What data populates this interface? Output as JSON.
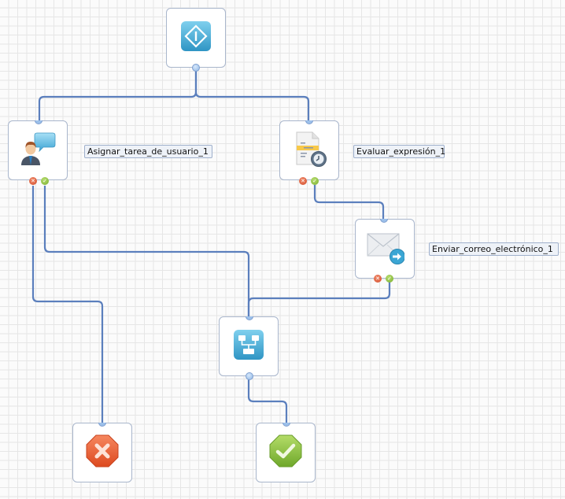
{
  "diagram": {
    "type": "workflow",
    "nodes": [
      {
        "id": "start",
        "kind": "start",
        "icon": "start-diamond-icon",
        "label": null
      },
      {
        "id": "assign",
        "kind": "user-task",
        "icon": "user-chat-icon",
        "label": "Asignar_tarea_de_usuario_1"
      },
      {
        "id": "evaluate",
        "kind": "expression",
        "icon": "document-clock-icon",
        "label": "Evaluar_expresión_1"
      },
      {
        "id": "email",
        "kind": "send-email",
        "icon": "envelope-arrow-icon",
        "label": "Enviar_correo_electrónico_1"
      },
      {
        "id": "merge",
        "kind": "parallel-merge",
        "icon": "hierarchy-icon",
        "label": null
      },
      {
        "id": "end_error",
        "kind": "end-error",
        "icon": "error-octagon-icon",
        "label": null
      },
      {
        "id": "end_success",
        "kind": "end-success",
        "icon": "success-octagon-icon",
        "label": null
      }
    ],
    "edges": [
      {
        "from": "start",
        "to": "assign",
        "port": "out"
      },
      {
        "from": "start",
        "to": "evaluate",
        "port": "out"
      },
      {
        "from": "assign",
        "to": "end_error",
        "port": "error"
      },
      {
        "from": "assign",
        "to": "merge",
        "port": "success"
      },
      {
        "from": "evaluate",
        "to": "email",
        "port": "success"
      },
      {
        "from": "email",
        "to": "merge",
        "port": "success"
      },
      {
        "from": "merge",
        "to": "end_success",
        "port": "out"
      }
    ],
    "colors": {
      "wire": "#5b7fbd",
      "node_border": "#a9b6cc",
      "accent_blue": "#4aaed6",
      "error_red": "#e4572e",
      "success_green": "#8cc63f"
    }
  }
}
